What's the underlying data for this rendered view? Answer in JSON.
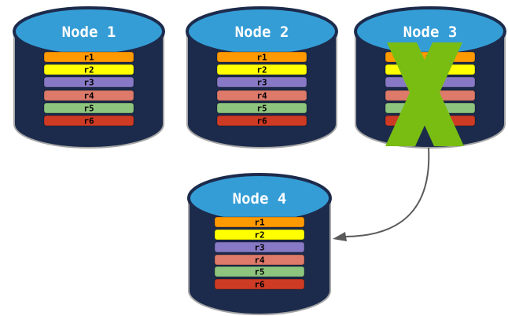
{
  "diagram": {
    "description": "Four database nodes each holding replicas r1-r6; Node 3 is crossed out and an arrow points from Node 3 to Node 4",
    "nodes": [
      {
        "title": "Node 1",
        "failed": false,
        "rows": [
          "r1",
          "r2",
          "r3",
          "r4",
          "r5",
          "r6"
        ]
      },
      {
        "title": "Node 2",
        "failed": false,
        "rows": [
          "r1",
          "r2",
          "r3",
          "r4",
          "r5",
          "r6"
        ]
      },
      {
        "title": "Node 3",
        "failed": true,
        "rows": [
          "r1",
          "r2",
          "r3",
          "r4",
          "r5",
          "r6"
        ]
      },
      {
        "title": "Node 4",
        "failed": false,
        "rows": [
          "r1",
          "r2",
          "r3",
          "r4",
          "r5",
          "r6"
        ]
      }
    ],
    "row_colors": [
      "#FF9900",
      "#FFFF00",
      "#8779C5",
      "#DE7A6A",
      "#8EC57E",
      "#CE3B25"
    ],
    "colors": {
      "background": "#FFFFFF",
      "cylinder_body": "#1C2B4C",
      "cylinder_top": "#359DD6",
      "cylinder_outline": "#A6A6A6",
      "title_text": "#FFFFFF",
      "row_text": "#000000",
      "failure_x": "#79BD12",
      "arrow": "#5A5A5A"
    },
    "failure_mark": {
      "type": "x-cross",
      "on_node": "Node 3"
    },
    "arrow": {
      "style": "curved",
      "from_node": "Node 3",
      "to_node": "Node 4"
    }
  }
}
